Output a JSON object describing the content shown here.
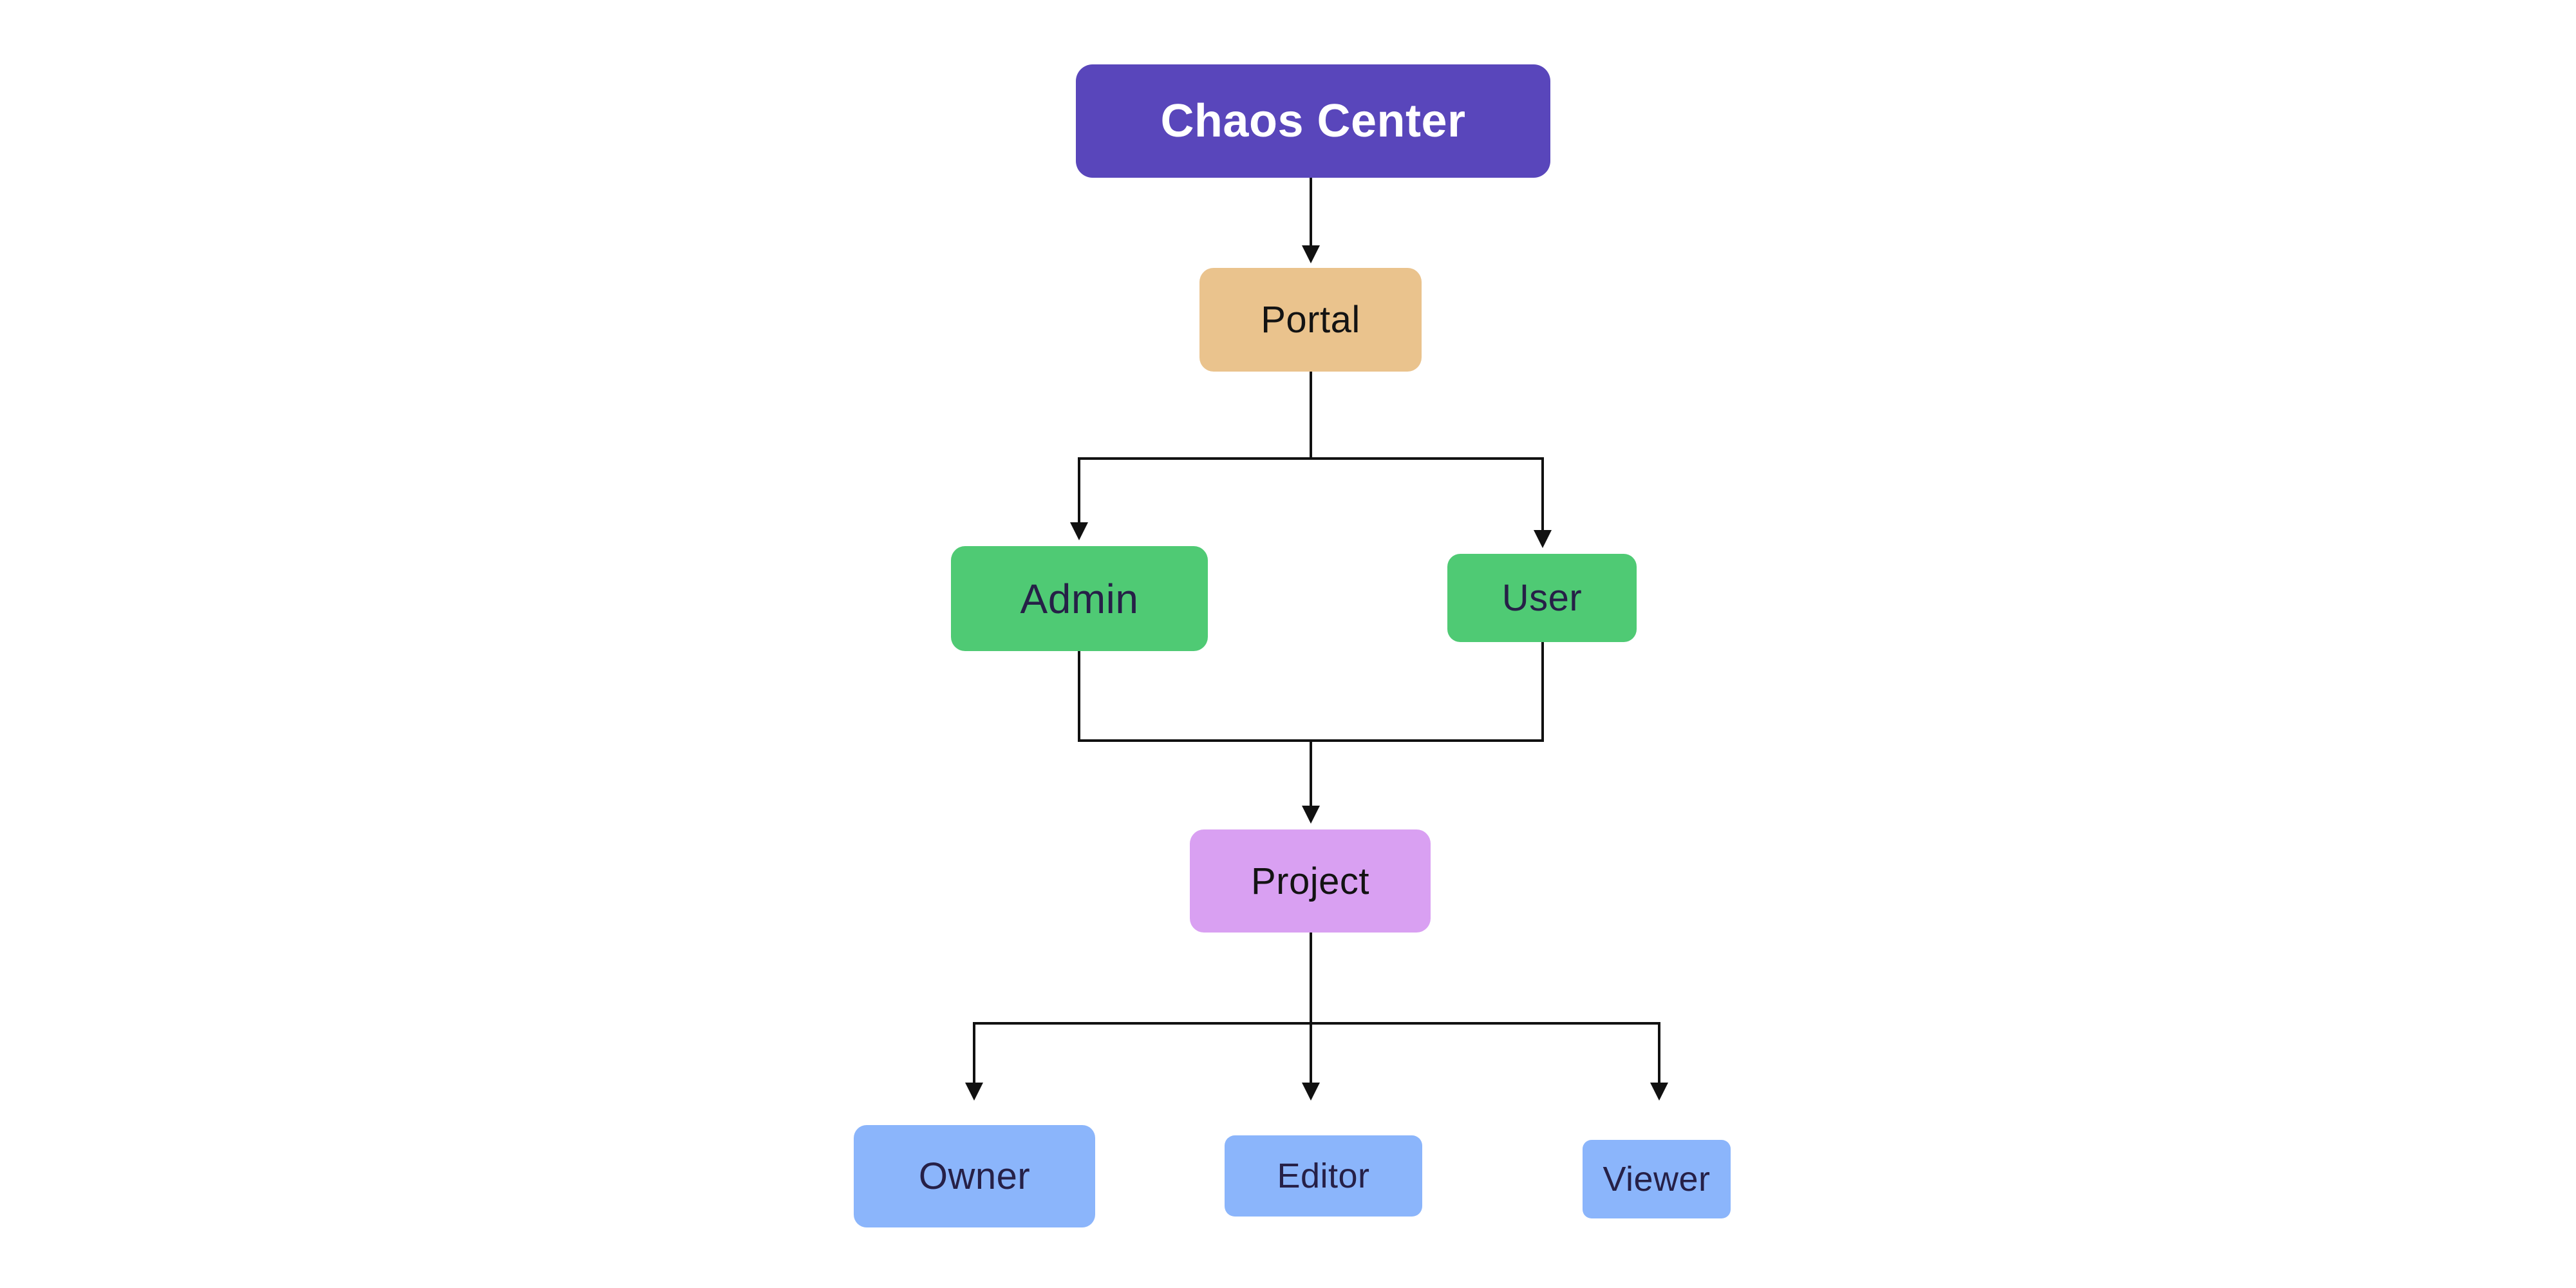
{
  "diagram": {
    "background": "#FFFFFF",
    "connector_color": "#111111",
    "nodes": {
      "chaos_center": {
        "label": "Chaos Center",
        "fill": "#5946BB",
        "text_color": "#FFFFFF"
      },
      "portal": {
        "label": "Portal",
        "fill": "#EAC38D",
        "text_color": "#131313"
      },
      "admin": {
        "label": "Admin",
        "fill": "#4FCA74",
        "text_color": "#262047"
      },
      "user": {
        "label": "User",
        "fill": "#4FCA74",
        "text_color": "#262047"
      },
      "project": {
        "label": "Project",
        "fill": "#D9A0F2",
        "text_color": "#131313"
      },
      "owner": {
        "label": "Owner",
        "fill": "#8BB5FB",
        "text_color": "#262047"
      },
      "editor": {
        "label": "Editor",
        "fill": "#8BB5FB",
        "text_color": "#262047"
      },
      "viewer": {
        "label": "Viewer",
        "fill": "#8BB5FB",
        "text_color": "#262047"
      }
    },
    "edges": [
      {
        "from": "Chaos Center",
        "to": "Portal"
      },
      {
        "from": "Portal",
        "to": "Admin"
      },
      {
        "from": "Portal",
        "to": "User"
      },
      {
        "from": "Admin",
        "to": "Project"
      },
      {
        "from": "User",
        "to": "Project"
      },
      {
        "from": "Project",
        "to": "Owner"
      },
      {
        "from": "Project",
        "to": "Editor"
      },
      {
        "from": "Project",
        "to": "Viewer"
      }
    ]
  }
}
